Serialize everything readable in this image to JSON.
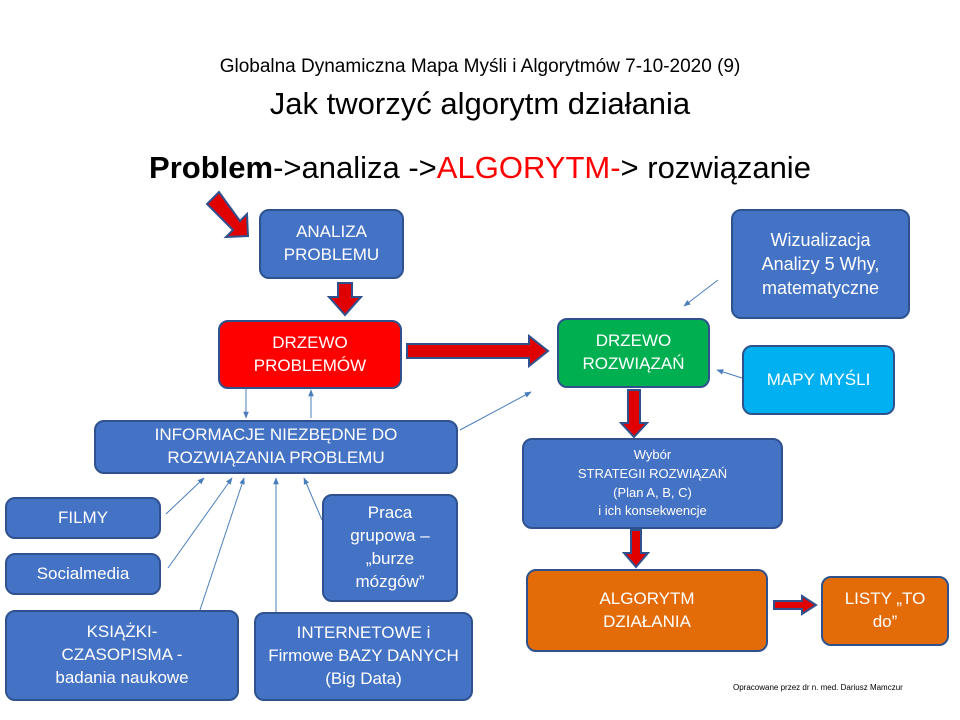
{
  "header": {
    "subtitle": "Globalna Dynamiczna Mapa Myśli i Algorytmów 7-10-2020 (9)",
    "title": "Jak tworzyć algorytm działania",
    "flow_bold": "Problem",
    "flow_mid": "->analiza ->",
    "flow_red": "ALGORYTM-",
    "flow_end": "> rozwiązanie"
  },
  "nodes": {
    "analiza": "ANALIZA PROBLEMU",
    "drzewo_problemow": "DRZEWO PROBLEMÓW",
    "drzewo_rozwiazan": "DRZEWO ROZWIĄZAŃ",
    "wizualizacja": "Wizualizacja Analizy 5 Why, matematyczne",
    "mapy": "MAPY MYŚLI",
    "informacje": "INFORMACJE NIEZBĘDNE DO ROZWIĄZANIA PROBLEMU",
    "filmy": "FILMY",
    "socialmedia": "Socialmedia",
    "ksiazki": "KSIĄŻKI-CZASOPISMA - badania naukowe",
    "internetowe": "INTERNETOWE i Firmowe BAZY DANYCH (Big Data)",
    "praca": "Praca grupowa – „burze mózgów”",
    "wybor_1": "Wybór",
    "wybor_2": "STRATEGII ROZWIĄZAŃ",
    "wybor_3": "(Plan A, B, C)",
    "wybor_4": "i ich konsekwencje",
    "algorytm": "ALGORYTM DZIAŁANIA",
    "listy": "LISTY „TO do”"
  },
  "footer": {
    "author": "Opracowane przez dr n. med. Dariusz Mamczur"
  },
  "colors": {
    "blue": "#4472c4",
    "red": "#ff0000",
    "green": "#00b050",
    "cyan": "#00b0f0",
    "orange": "#e36c09",
    "arrow_fill": "#e00000",
    "arrow_stroke": "#2f528f",
    "line": "#4a7ebb"
  }
}
